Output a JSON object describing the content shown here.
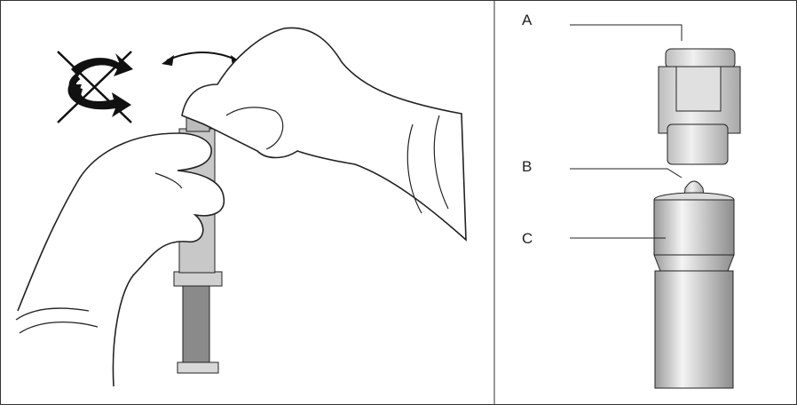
{
  "labels": {
    "a": "A",
    "b": "B",
    "c": "C"
  },
  "colors": {
    "line": "#1a1a1a",
    "syringe_light": "#c8c8c8",
    "syringe_dark": "#8a8a8a",
    "border": "#333333"
  },
  "icons": [
    "no-rotate-icon",
    "double-arrow-bend-icon"
  ]
}
